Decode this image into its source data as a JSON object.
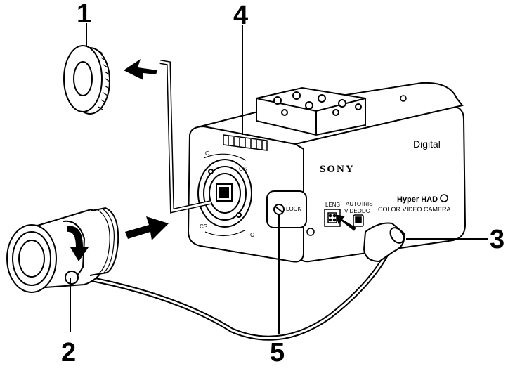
{
  "callouts": {
    "c1": "1",
    "c2": "2",
    "c3": "3",
    "c4": "4",
    "c5": "5"
  },
  "camera": {
    "brand": "SONY",
    "model_label": "Digital",
    "sensor_label": "Hyper HAD",
    "tagline": "COLOR VIDEO CAMERA",
    "lock_label": "LOCK",
    "lens_label": "LENS",
    "auto_iris_label_1": "AUTO",
    "auto_iris_label_2": "IRIS",
    "video_label": "VIDEO",
    "dc_label": "DC",
    "mount_c": "C",
    "mount_cs": "CS"
  }
}
